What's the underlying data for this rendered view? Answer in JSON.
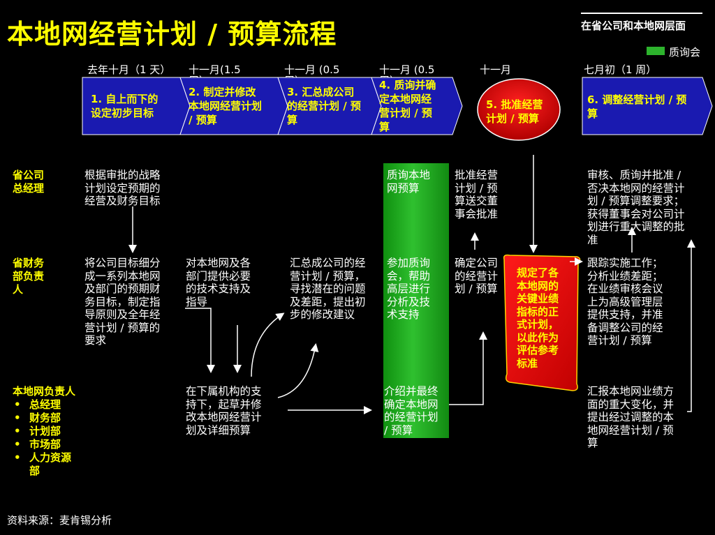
{
  "title": "本地网经营计划 / 预算流程",
  "scope_label": "在省公司和本地网层面",
  "legend": {
    "label": "质询会",
    "color": "#2db32d"
  },
  "timeline": [
    {
      "line1": "去年十月（1 天）",
      "line2": ""
    },
    {
      "line1": "十一月(1.5",
      "line2": "周）"
    },
    {
      "line1": "十一月 (0.5",
      "line2": "周）"
    },
    {
      "line1": "十一月 (0.5",
      "line2": "周）"
    },
    {
      "line1": "十一月",
      "line2": ""
    },
    {
      "line1": "七月初（1 周）",
      "line2": ""
    }
  ],
  "steps": [
    {
      "lines": [
        "1. 自上而下的",
        "设定初步目标"
      ]
    },
    {
      "lines": [
        "2. 制定并修改",
        "本地网经营计划",
        "/ 预算"
      ]
    },
    {
      "lines": [
        "3. 汇总成公司",
        "的经营计划 / 预",
        "算"
      ]
    },
    {
      "lines": [
        "4. 质询并确",
        "定本地网经",
        "营计划 / 预",
        "算"
      ]
    },
    {
      "lines": [
        "5. 批准经营",
        "计划 / 预算"
      ]
    },
    {
      "lines": [
        "6. 调整经营计划 / 预",
        "算"
      ]
    }
  ],
  "roles": {
    "gm": {
      "lines": [
        "省公司",
        "总经理"
      ]
    },
    "finance": {
      "lines": [
        "省财务",
        "部负责",
        "人"
      ]
    },
    "local": {
      "head": "本地网负责人",
      "items": [
        "总经理",
        "财务部",
        "计划部",
        "市场部",
        "人力资源",
        "部"
      ]
    }
  },
  "cells": {
    "gm_c1": [
      "根据审批的战略",
      "计划设定预期的",
      "经营及财务目标"
    ],
    "gm_c4": [
      "质询本地",
      "网预算"
    ],
    "gm_c5": [
      "批准经营",
      "计划 / 预",
      "算送交董",
      "事会批准"
    ],
    "gm_c6": [
      "审核、质询并批准 /",
      "否决本地网的经营计",
      "划 / 预算调整要求；",
      "获得董事会对公司计",
      "划进行重大调整的批",
      "准"
    ],
    "fin_c1": [
      "将公司目标细分",
      "成一系列本地网",
      "及部门的预期财",
      "务目标，制定指",
      "导原则及全年经",
      "营计划 / 预算的",
      "要求"
    ],
    "fin_c2": [
      "对本地网及各",
      "部门提供必要",
      "的技术支持及",
      "指导"
    ],
    "fin_c3": [
      "汇总成公司的经",
      "营计划 / 预算，",
      "寻找潜在的问题",
      "及差距，提出初",
      "步的修改建议"
    ],
    "fin_c4": [
      "参加质询",
      "会，帮助",
      "高层进行",
      "分析及技",
      "术支持"
    ],
    "fin_c5": [
      "确定公司",
      "的经营计",
      "划 / 预算"
    ],
    "fin_c6": [
      "跟踪实施工作；",
      "分析业绩差距；",
      "在业绩审核会议",
      "上为高级管理层",
      "提供支持，并准",
      "备调整公司的经",
      "营计划 / 预算"
    ],
    "loc_c2": [
      "在下属机构的支",
      "持下，起草并修",
      "改本地网经营计",
      "划及详细预算"
    ],
    "loc_c4": [
      "介绍并最终",
      "确定本地网",
      "的经营计划",
      "/ 预算"
    ],
    "loc_c6": [
      "汇报本地网业绩方",
      "面的重大变化，并",
      "提出经过调整的本",
      "地网经营计划 / 预",
      "算"
    ]
  },
  "scroll_note": [
    "规定了各",
    "本地网的",
    "关键业绩",
    "指标的正",
    "式计划，",
    "以此作为",
    "评估参考",
    "标准"
  ],
  "source": "资料来源：麦肯锡分析",
  "colors": {
    "title": "#ffff00",
    "chevron": "#1a1ab0",
    "approve": "#e00000",
    "scroll": "#e00000",
    "green": "#2db32d"
  }
}
